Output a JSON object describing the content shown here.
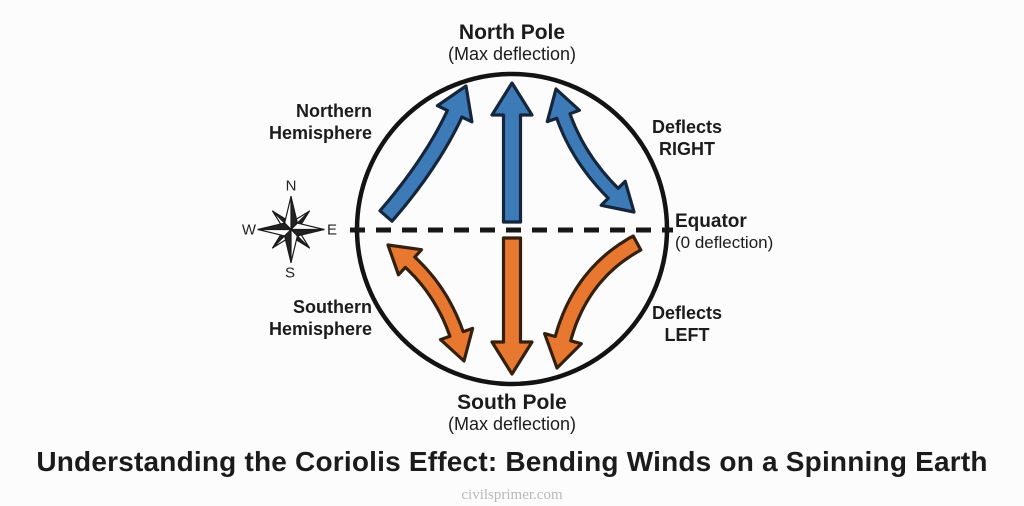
{
  "title": "Understanding the Coriolis Effect: Bending Winds on a Spinning Earth",
  "footer": "civilsprimer.com",
  "labels": {
    "north_pole": {
      "title": "North Pole",
      "subtitle": "(Max deflection)"
    },
    "south_pole": {
      "title": "South Pole",
      "subtitle": "(Max deflection)"
    },
    "northern_hemisphere": {
      "line1": "Northern",
      "line2": "Hemisphere"
    },
    "southern_hemisphere": {
      "line1": "Southern",
      "line2": "Hemisphere"
    },
    "deflects_right": {
      "line1": "Deflects",
      "line2": "RIGHT"
    },
    "deflects_left": {
      "line1": "Deflects",
      "line2": "LEFT"
    },
    "equator": {
      "title": "Equator",
      "subtitle": "(0 deflection)"
    }
  },
  "compass": {
    "north": "N",
    "east": "E",
    "south": "S",
    "west": "W"
  },
  "colors": {
    "north_arrow_fill": "#3d7ab8",
    "north_arrow_outline": "#16263a",
    "south_arrow_fill": "#e8782f",
    "south_arrow_outline": "#34200f",
    "globe_shade": "#e2e3e5",
    "line": "#161616"
  }
}
